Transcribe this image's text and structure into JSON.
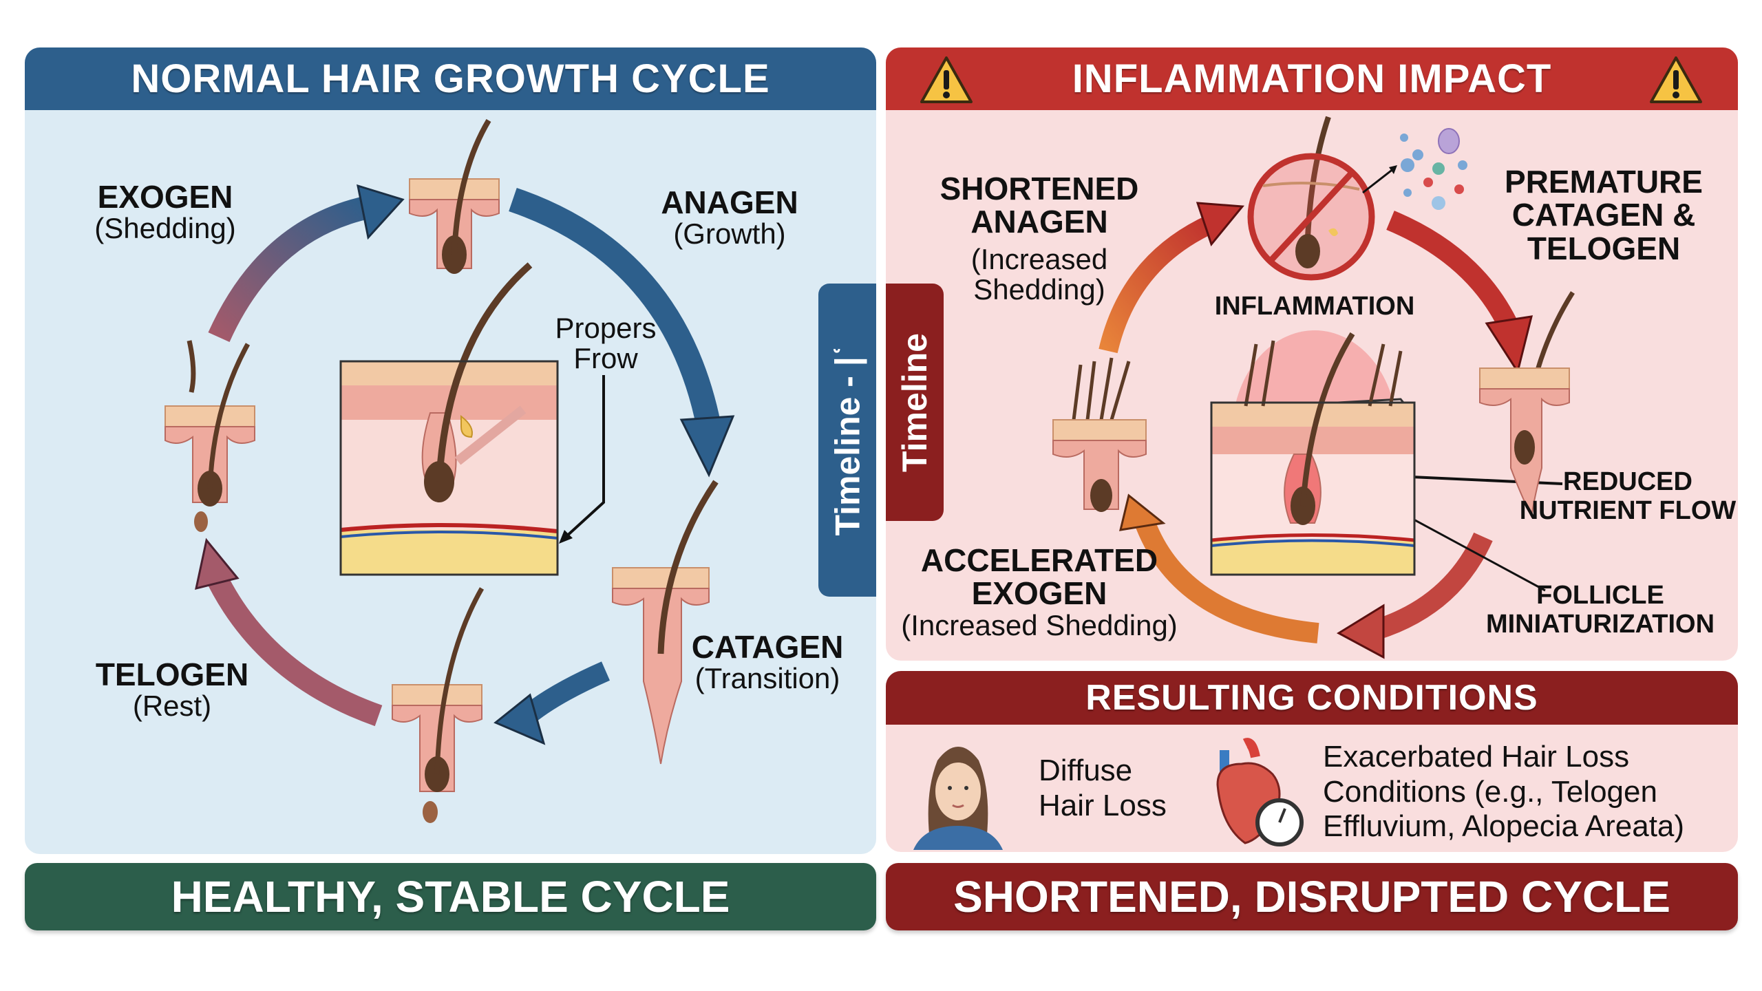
{
  "left_panel": {
    "title": "NORMAL HAIR GROWTH CYCLE",
    "header_color": "#2d5f8c",
    "bg_color": "#dcebf4",
    "phases": {
      "anagen": {
        "title": "ANAGEN",
        "subtitle": "(Growth)"
      },
      "catagen": {
        "title": "CATAGEN",
        "subtitle": "(Transition)"
      },
      "telogen": {
        "title": "TELOGEN",
        "subtitle": "(Rest)"
      },
      "exogen": {
        "title": "EXOGEN",
        "subtitle": "(Shedding)"
      }
    },
    "annotation_line1": "Propers",
    "annotation_line2": "Frow",
    "timeline_tab": "Timeline - |ʿ",
    "footer": "HEALTHY, STABLE CYCLE",
    "footer_color": "#2c5e4b"
  },
  "right_panel": {
    "title": "INFLAMMATION IMPACT",
    "header_color": "#c0322e",
    "bg_color": "#f9dede",
    "warning_icon": "warning-triangle",
    "phases": {
      "shortened_anagen": {
        "title_line1": "SHORTENED",
        "title_line2": "ANAGEN",
        "sub_line1": "(Increased",
        "sub_line2": "Shedding)"
      },
      "premature": {
        "line1": "PREMATURE",
        "line2": "CATAGEN &",
        "line3": "TELOGEN"
      },
      "accelerated_exogen": {
        "title_line1": "ACCELERATED",
        "title_line2": "EXOGEN",
        "subtitle": "(Increased Shedding)"
      }
    },
    "inflammation_label": "INFLAMMATION",
    "reduced_flow_line1": "REDUCED",
    "reduced_flow_line2": "NUTRIENT FLOW",
    "miniaturization_line1": "FOLLICLE",
    "miniaturization_line2": "MINIATURIZATION",
    "timeline_tab": "Timeline",
    "conditions": {
      "title": "RESULTING CONDITIONS",
      "header_color": "#8b1f1f",
      "items": [
        {
          "icon": "woman-hair-loss",
          "line1": "Diffuse",
          "line2": "Hair Loss"
        },
        {
          "icon": "heart-gauge",
          "line1": "Exacerbated Hair Loss",
          "line2": "Conditions (e.g., Telogen",
          "line3": "Effluvium, Alopecia Areata)"
        }
      ]
    },
    "footer": "SHORTENED, DISRUPTED CYCLE",
    "footer_color": "#8b1f1f"
  }
}
